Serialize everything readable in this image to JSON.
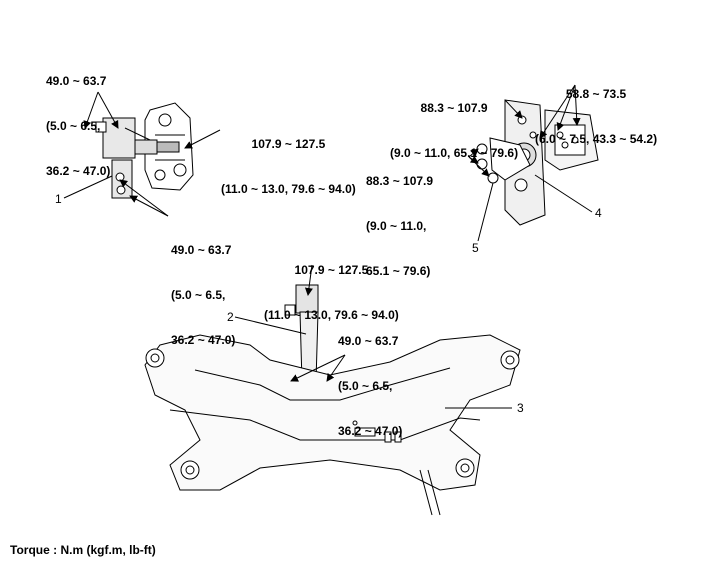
{
  "torques": {
    "t1": [
      "49.0 ~ 63.7",
      "(5.0 ~ 6.5,",
      "36.2 ~ 47.0)"
    ],
    "t2": [
      "107.9 ~ 127.5",
      "(11.0 ~ 13.0, 79.6 ~ 94.0)"
    ],
    "t3": [
      "49.0 ~ 63.7",
      "(5.0 ~ 6.5,",
      "36.2 ~ 47.0)"
    ],
    "t4": [
      "88.3 ~ 107.9",
      "(9.0 ~ 11.0, 65.1 ~ 79.6)"
    ],
    "t5": [
      "58.8 ~ 73.5",
      "(6.0 ~ 7.5, 43.3 ~ 54.2)"
    ],
    "t6": [
      "88.3 ~ 107.9",
      "(9.0 ~ 11.0,",
      "65.1 ~ 79.6)"
    ],
    "t7": [
      "107.9 ~ 127.5",
      "(11.0 ~ 13.0, 79.6 ~ 94.0)"
    ],
    "t8": [
      "49.0 ~ 63.7",
      "(5.0 ~ 6.5,",
      "36.2 ~ 47.0)"
    ]
  },
  "callouts": {
    "c1": "1",
    "c2": "2",
    "c3": "3",
    "c4": "4",
    "c5": "5"
  },
  "footer": "Torque : N.m (kgf.m, lb-ft)"
}
